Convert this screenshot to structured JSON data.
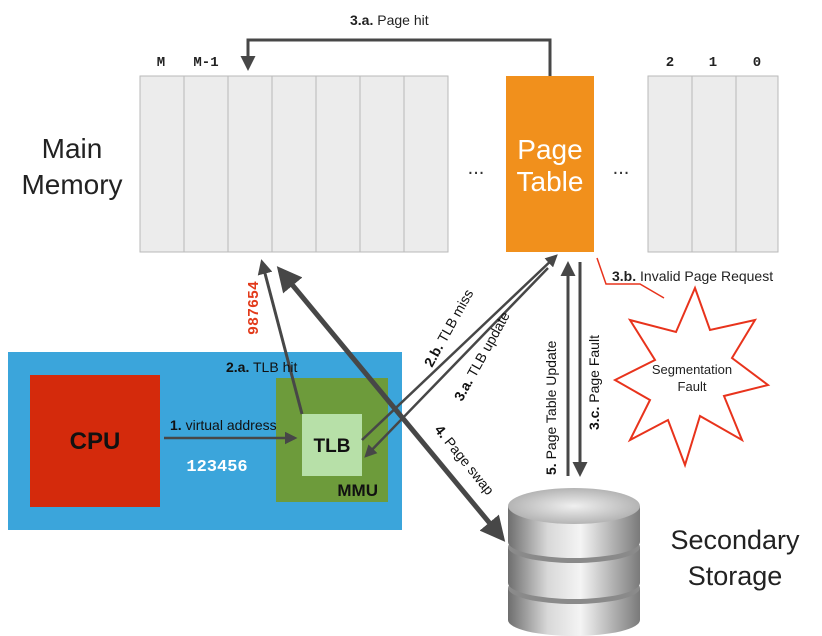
{
  "main_memory": {
    "label_line1": "Main",
    "label_line2": "Memory",
    "index_labels": {
      "m": "M",
      "m_minus_1": "M-1",
      "two": "2",
      "one": "1",
      "zero": "0"
    },
    "ellipsis_left": "...",
    "ellipsis_right": "..."
  },
  "page_table": {
    "line1": "Page",
    "line2": "Table"
  },
  "cpu": {
    "label": "CPU",
    "address": "123456"
  },
  "tlb": {
    "label": "TLB"
  },
  "mmu": {
    "label": "MMU"
  },
  "physical_address": "987654",
  "secondary_storage": {
    "line1": "Secondary",
    "line2": "Storage"
  },
  "segmentation_fault": {
    "line1": "Segmentation",
    "line2": "Fault"
  },
  "steps": {
    "s1": {
      "num": "1.",
      "text": "virtual address"
    },
    "s2a": {
      "num": "2.a.",
      "text": "TLB hit"
    },
    "s2b": {
      "num": "2.b.",
      "text": "TLB miss"
    },
    "s3a_hit": {
      "num": "3.a.",
      "text": "Page hit"
    },
    "s3a_update": {
      "num": "3.a.",
      "text": "TLB update"
    },
    "s3b": {
      "num": "3.b.",
      "text": "Invalid Page Request"
    },
    "s3c": {
      "num": "3.c.",
      "text": "Page Fault"
    },
    "s4": {
      "num": "4.",
      "text": "Page swap"
    },
    "s5": {
      "num": "5.",
      "text": "Page Table Update"
    }
  },
  "colors": {
    "mmu_region": "#3ba5db",
    "cpu": "#d42a0c",
    "mmu": "#6d9b3b",
    "tlb": "#b7e0a8",
    "page_table": "#f1901c",
    "memory_cell": "#ececec",
    "fault_outline": "#e8331c",
    "address_red": "#e23a1a",
    "arrow": "#474747"
  }
}
